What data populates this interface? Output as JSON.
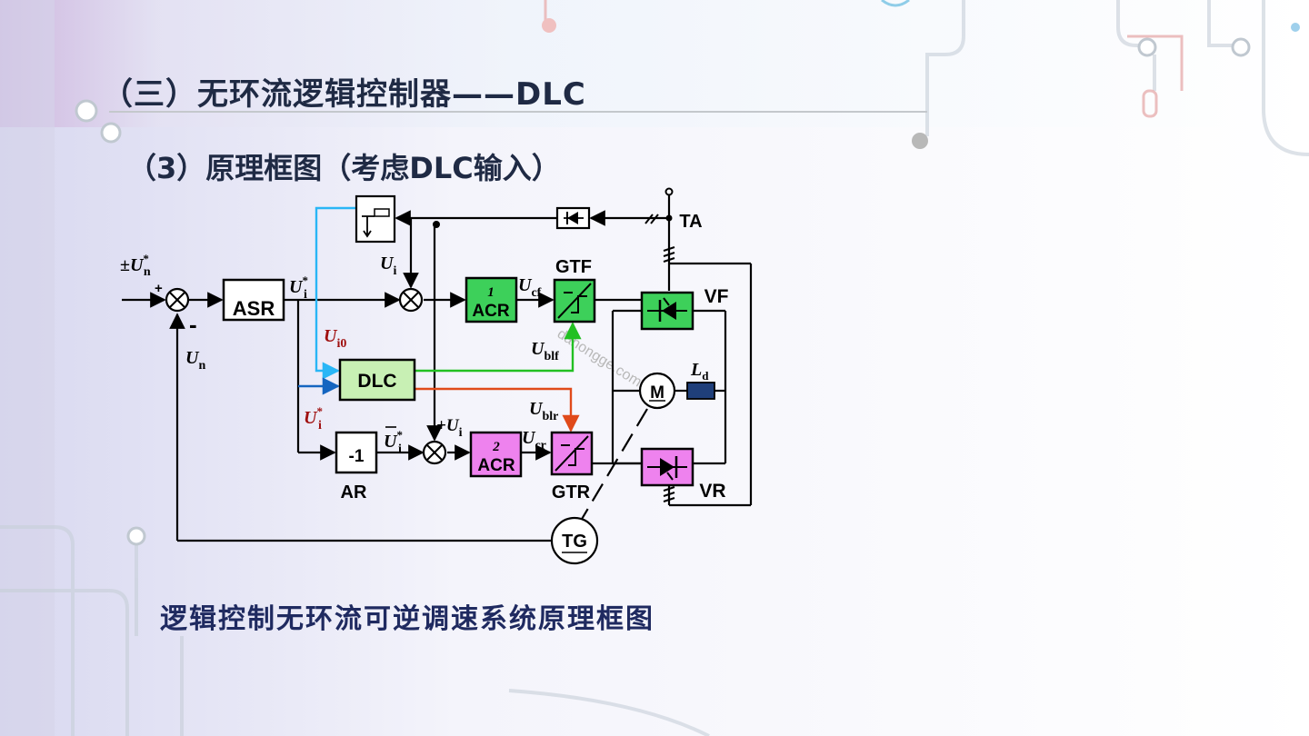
{
  "slide": {
    "title": "（三）无环流逻辑控制器——DLC",
    "subtitle": "（3）原理框图（考虑DLC输入）",
    "caption": "逻辑控制无环流可逆调速系统原理框图"
  },
  "blocks": {
    "asr": "ASR",
    "acr1_num": "1",
    "acr1_label": "ACR",
    "acr2_num": "2",
    "acr2_label": "ACR",
    "dlc": "DLC",
    "ar_value": "-1",
    "ar_label": "AR",
    "gtf": "GTF",
    "gtr": "GTR",
    "vf": "VF",
    "vr": "VR",
    "ta": "TA",
    "motor": "M",
    "tg": "TG",
    "ld": "L",
    "ld_sub": "d"
  },
  "signals": {
    "un_ref": "±U",
    "un_ref_sub": "n",
    "un": "U",
    "un_sub": "n",
    "ui_ref": "U",
    "ui_ref_sub": "i",
    "ui": "U",
    "ui_sub": "i",
    "ui0": "U",
    "ui0_sub": "i0",
    "ui_star2": "U",
    "ui_star2_sub": "i",
    "ui_bar": "U",
    "ui_bar_sub": "i",
    "plus_ui": "+U",
    "plus_ui_sub": "i",
    "ucf": "U",
    "ucf_sub": "cf",
    "ucr": "U",
    "ucr_sub": "cr",
    "ublf": "U",
    "ublf_sub": "blf",
    "ublr": "U",
    "ublr_sub": "blr",
    "plus": "+",
    "minus": "-",
    "star": "*"
  },
  "watermark": "dahongge.com",
  "colors": {
    "acr_fill": "#3dd05a",
    "acr2_fill": "#ee82ee",
    "dlc_fill": "#c8f0b4",
    "ld_fill": "#1f3f7a",
    "cyan_line": "#29b6f6",
    "green_line": "#22c022",
    "red_line": "#e04a1a",
    "blue_line": "#1565c0",
    "dark_red_label": "#a01010"
  }
}
